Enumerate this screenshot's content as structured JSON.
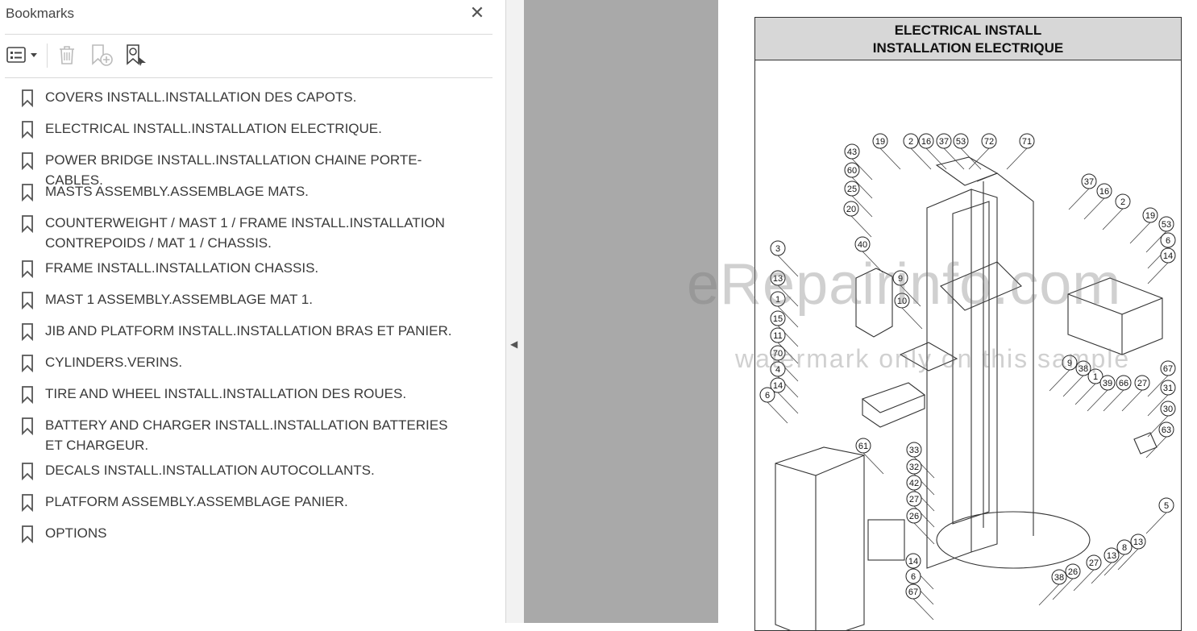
{
  "panel": {
    "title": "Bookmarks",
    "close_glyph": "✕",
    "icons": [
      "bookmark-options-icon",
      "trash-icon",
      "new-bookmark-icon",
      "find-bookmark-icon"
    ]
  },
  "bookmarks": [
    "COVERS INSTALL.INSTALLATION DES CAPOTS.",
    "ELECTRICAL INSTALL.INSTALLATION ELECTRIQUE.",
    "POWER BRIDGE INSTALL.INSTALLATION CHAINE PORTE-CABLES.",
    "MASTS ASSEMBLY.ASSEMBLAGE MATS.",
    "COUNTERWEIGHT / MAST 1 / FRAME INSTALL.INSTALLATION CONTREPOIDS / MAT 1 / CHASSIS.",
    "FRAME INSTALL.INSTALLATION CHASSIS.",
    "MAST 1 ASSEMBLY.ASSEMBLAGE MAT 1.",
    "JIB AND PLATFORM INSTALL.INSTALLATION BRAS ET PANIER.",
    "CYLINDERS.VERINS.",
    "TIRE AND WHEEL INSTALL.INSTALLATION DES ROUES.",
    "BATTERY AND CHARGER INSTALL.INSTALLATION BATTERIES ET CHARGEUR.",
    "DECALS INSTALL.INSTALLATION AUTOCOLLANTS.",
    "PLATFORM ASSEMBLY.ASSEMBLAGE PANIER.",
    "OPTIONS"
  ],
  "document": {
    "title_line1": "ELECTRICAL INSTALL",
    "title_line2": "INSTALLATION ELECTRIQUE",
    "watermark_main": "eRepairinfo.com",
    "watermark_sub": "watermark only on this sample",
    "callouts": [
      "19",
      "2",
      "16",
      "37",
      "53",
      "72",
      "71",
      "43",
      "60",
      "25",
      "20",
      "37",
      "16",
      "2",
      "19",
      "53",
      "6",
      "14",
      "3",
      "40",
      "13",
      "9",
      "1",
      "10",
      "15",
      "11",
      "70",
      "4",
      "14",
      "6",
      "9",
      "38",
      "67",
      "1",
      "39",
      "66",
      "27",
      "31",
      "30",
      "63",
      "61",
      "33",
      "32",
      "42",
      "27",
      "26",
      "5",
      "14",
      "6",
      "67",
      "38",
      "26",
      "27",
      "13",
      "8",
      "13"
    ]
  },
  "colors": {
    "gray_bg": "#a9a9a9",
    "header_bg": "#d7d7d7"
  }
}
